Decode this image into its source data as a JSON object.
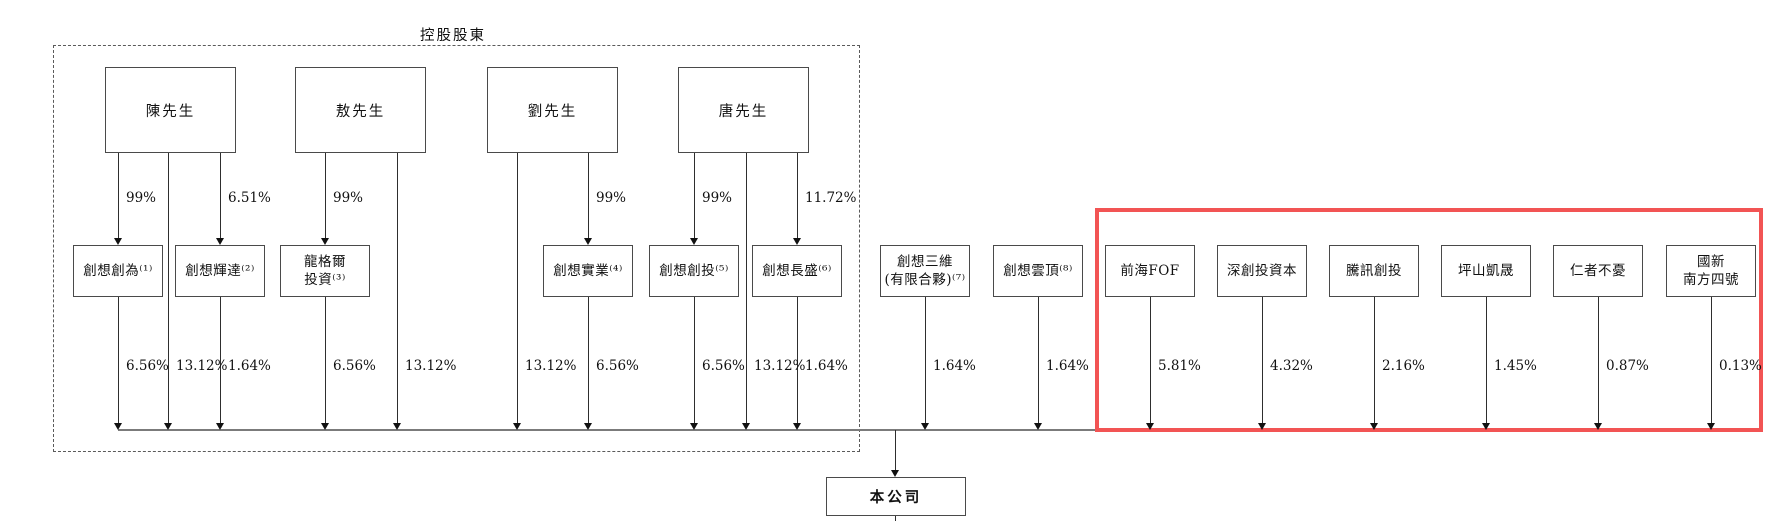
{
  "diagram": {
    "group_label": "控股股東",
    "company": {
      "name": "本公司"
    },
    "persons": [
      {
        "name": "陳先生"
      },
      {
        "name": "敖先生"
      },
      {
        "name": "劉先生"
      },
      {
        "name": "唐先生"
      }
    ],
    "entities": [
      {
        "name": "創想創為⁽¹⁾"
      },
      {
        "name": "創想輝達⁽²⁾"
      },
      {
        "name": "龍格爾\n投資⁽³⁾"
      },
      {
        "name": "創想實業⁽⁴⁾"
      },
      {
        "name": "創想創投⁽⁵⁾"
      },
      {
        "name": "創想長盛⁽⁶⁾"
      },
      {
        "name": "創想三維\n(有限合夥)⁽⁷⁾"
      },
      {
        "name": "創想雲頂⁽⁸⁾"
      },
      {
        "name": "前海FOF"
      },
      {
        "name": "深創投資本"
      },
      {
        "name": "騰訊創投"
      },
      {
        "name": "坪山凱晟"
      },
      {
        "name": "仁者不憂"
      },
      {
        "name": "國新\n南方四號"
      }
    ],
    "upper_links": [
      {
        "from": "陳先生",
        "to": "創想創為",
        "pct": "99%"
      },
      {
        "from": "陳先生",
        "to": "創想輝達",
        "pct": "6.51%"
      },
      {
        "from": "敖先生",
        "to": "龍格爾投資",
        "pct": "99%"
      },
      {
        "from": "劉先生",
        "to": "創想實業",
        "pct": "99%"
      },
      {
        "from": "唐先生",
        "to": "創想創投",
        "pct": "99%"
      },
      {
        "from": "唐先生",
        "to": "創想長盛",
        "pct": "11.72%"
      }
    ],
    "lower_links": [
      {
        "from": "創想創為",
        "to": "本公司",
        "pct": "6.56%"
      },
      {
        "from": "陳先生",
        "to": "本公司",
        "pct": "13.12%"
      },
      {
        "from": "創想輝達",
        "to": "本公司",
        "pct": "1.64%"
      },
      {
        "from": "龍格爾投資",
        "to": "本公司",
        "pct": "6.56%"
      },
      {
        "from": "敖先生",
        "to": "本公司",
        "pct": "13.12%"
      },
      {
        "from": "劉先生",
        "to": "本公司",
        "pct": "13.12%"
      },
      {
        "from": "創想實業",
        "to": "本公司",
        "pct": "6.56%"
      },
      {
        "from": "創想創投",
        "to": "本公司",
        "pct": "6.56%"
      },
      {
        "from": "唐先生",
        "to": "本公司",
        "pct": "13.12%"
      },
      {
        "from": "創想長盛",
        "to": "本公司",
        "pct": "1.64%"
      },
      {
        "from": "創想三維(有限合夥)",
        "to": "本公司",
        "pct": "1.64%"
      },
      {
        "from": "創想雲頂",
        "to": "本公司",
        "pct": "1.64%"
      },
      {
        "from": "前海FOF",
        "to": "本公司",
        "pct": "5.81%"
      },
      {
        "from": "深創投資本",
        "to": "本公司",
        "pct": "4.32%"
      },
      {
        "from": "騰訊創投",
        "to": "本公司",
        "pct": "2.16%"
      },
      {
        "from": "坪山凱晟",
        "to": "本公司",
        "pct": "1.45%"
      },
      {
        "from": "仁者不憂",
        "to": "本公司",
        "pct": "0.87%"
      },
      {
        "from": "國新南方四號",
        "to": "本公司",
        "pct": "0.13%"
      }
    ],
    "colors": {
      "highlight_red": "#f25454",
      "line": "#2e2e2e",
      "box_border": "#4a4a4a"
    }
  }
}
